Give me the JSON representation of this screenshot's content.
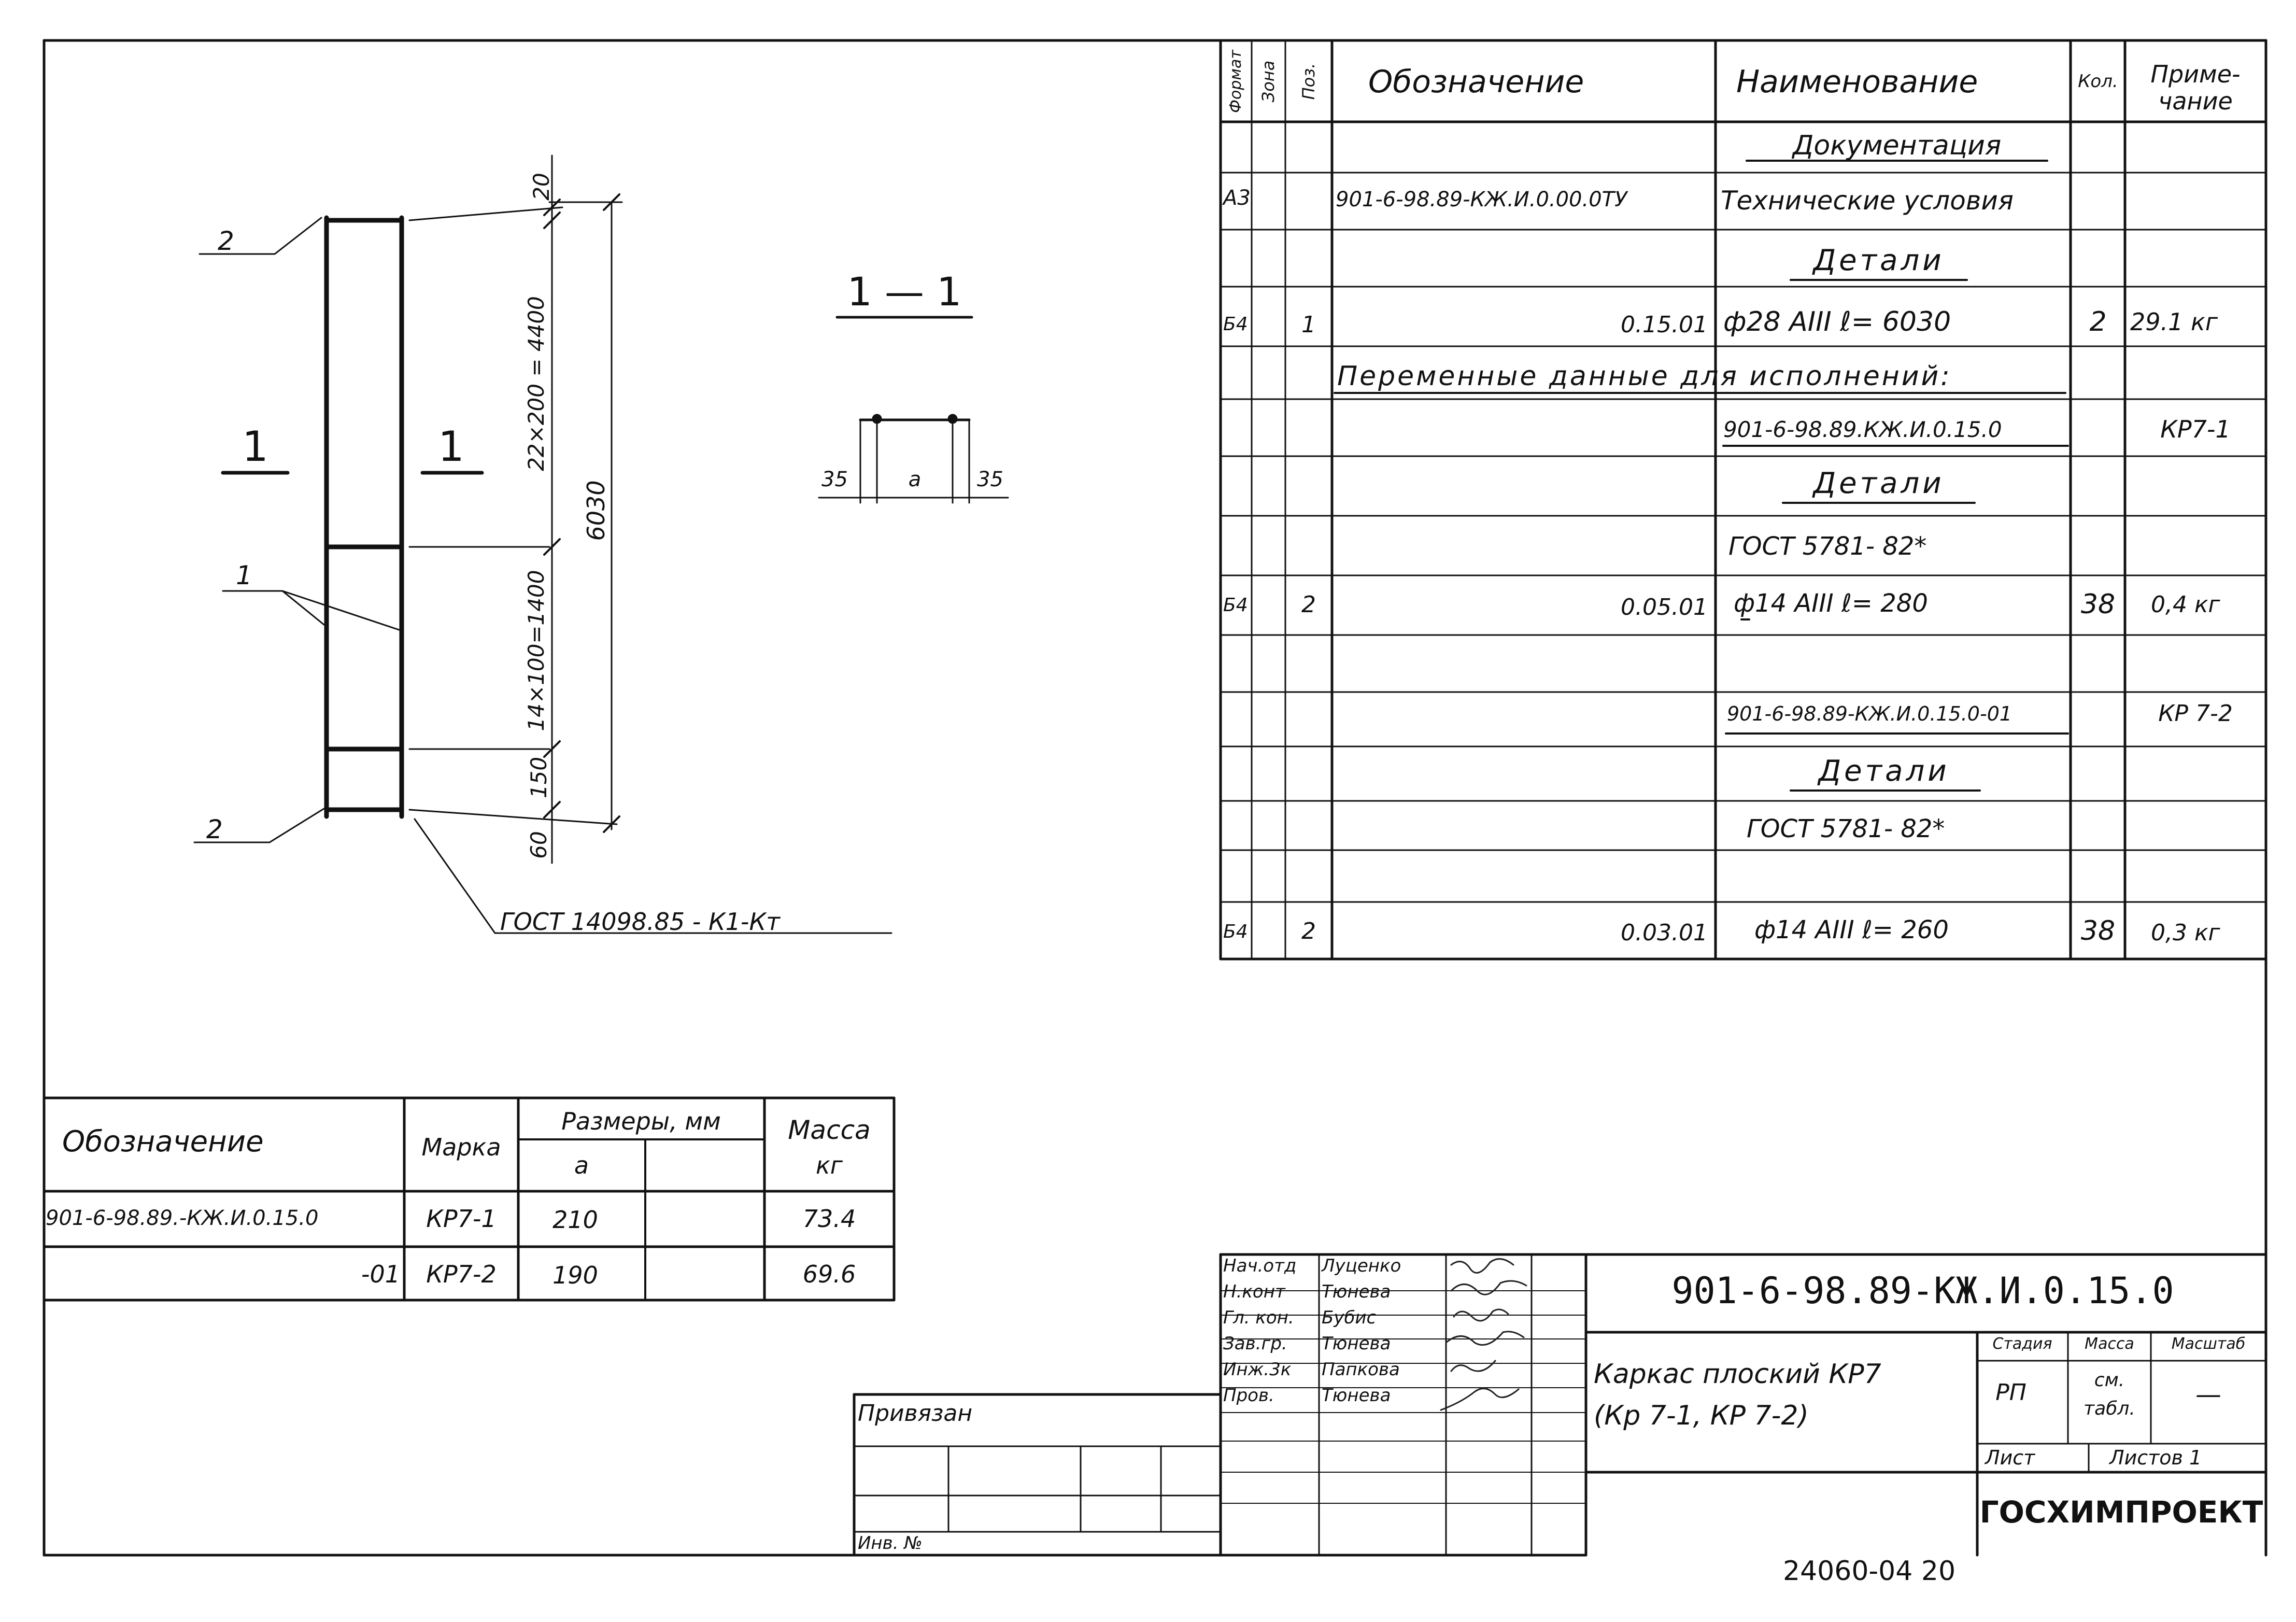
{
  "drawing": {
    "callouts": {
      "pos2_top": "2",
      "pos1": "1",
      "pos2_bottom": "2"
    },
    "section_marks": {
      "left": "1",
      "right": "1"
    },
    "dimensions": {
      "top_20": "20",
      "d_22x200": "22×200 = 4400",
      "total_6030": "6030",
      "d_14x100": "14×100=1400",
      "d_150": "150",
      "d_60": "60"
    },
    "weld_standard": "ГОСТ 14098.85 - К1-Кт",
    "section": {
      "title": "1 — 1",
      "left_dim": "35",
      "mid_dim": "a",
      "right_dim": "35"
    }
  },
  "variant_table": {
    "headers": {
      "designation": "Обозначение",
      "mark": "Марка",
      "sizes": "Размеры, мм",
      "size_a": "a",
      "mass": "Масса",
      "mass_unit": "кг"
    },
    "rows": [
      {
        "designation": "901-6-98.89.-КЖ.И.0.15.0",
        "mark": "КР7-1",
        "a": "210",
        "mass": "73.4"
      },
      {
        "designation": "-01",
        "mark": "КР7-2",
        "a": "190",
        "mass": "69.6"
      }
    ]
  },
  "spec": {
    "headers": {
      "format": "Формат",
      "zone": "Зона",
      "pos": "Поз.",
      "designation": "Обозначение",
      "name": "Наименование",
      "qty": "Кол.",
      "note1": "Приме-",
      "note2": "чание"
    },
    "rows": [
      {
        "format": "",
        "pos": "",
        "designation": "",
        "name": "Документация",
        "qty": "",
        "note": "",
        "style": "section"
      },
      {
        "format": "А3",
        "pos": "",
        "designation": "901-6-98.89-КЖ.И.0.00.0ТУ",
        "name": "Технические условия",
        "qty": "",
        "note": "",
        "style": "normal"
      },
      {
        "format": "",
        "pos": "",
        "designation": "",
        "name": "Детали",
        "qty": "",
        "note": "",
        "style": "section"
      },
      {
        "format": "Б4",
        "pos": "1",
        "designation": "0.15.01",
        "name": "ф28 АIII   ℓ= 6030",
        "qty": "2",
        "note": "29.1 кг",
        "style": "normal"
      },
      {
        "format": "",
        "pos": "",
        "designation": "Переменные данные для исполнений:",
        "name": "",
        "qty": "",
        "note": "",
        "style": "span"
      },
      {
        "format": "",
        "pos": "",
        "designation": "",
        "name": "901-6-98.89.КЖ.И.0.15.0",
        "qty": "",
        "note": "КР7-1",
        "style": "underline"
      },
      {
        "format": "",
        "pos": "",
        "designation": "",
        "name": "Детали",
        "qty": "",
        "note": "",
        "style": "section"
      },
      {
        "format": "",
        "pos": "",
        "designation": "",
        "name": "ГОСТ 5781- 82*",
        "qty": "",
        "note": "",
        "style": "normal"
      },
      {
        "format": "Б4",
        "pos": "2",
        "designation": "0.05.01",
        "name": "ф14 АIII   ℓ= 280",
        "qty": "38",
        "note": "0,4 кг",
        "style": "normal"
      },
      {
        "format": "",
        "pos": "",
        "designation": "",
        "name": "",
        "qty": "",
        "note": "",
        "style": "normal"
      },
      {
        "format": "",
        "pos": "",
        "designation": "",
        "name": "901-6-98.89-КЖ.И.0.15.0-01",
        "qty": "",
        "note": "КР 7-2",
        "style": "underline"
      },
      {
        "format": "",
        "pos": "",
        "designation": "",
        "name": "Детали",
        "qty": "",
        "note": "",
        "style": "section"
      },
      {
        "format": "",
        "pos": "",
        "designation": "",
        "name": "ГОСТ 5781- 82*",
        "qty": "",
        "note": "",
        "style": "normal"
      },
      {
        "format": "",
        "pos": "",
        "designation": "",
        "name": "",
        "qty": "",
        "note": "",
        "style": "normal"
      },
      {
        "format": "Б4",
        "pos": "2",
        "designation": "0.03.01",
        "name": "ф14 АIII   ℓ= 260",
        "qty": "38",
        "note": "0,3 кг",
        "style": "normal"
      }
    ]
  },
  "title_block": {
    "signatures": [
      {
        "role": "Нач.отд",
        "name": "Луценко"
      },
      {
        "role": "Н.конт",
        "name": "Тюнева"
      },
      {
        "role": "Гл. кон.",
        "name": "Бубис"
      },
      {
        "role": "Зав.гр.",
        "name": "Тюнева"
      },
      {
        "role": "Инж.3к",
        "name": "Папкова"
      },
      {
        "role": "Пров.",
        "name": "Тюнева"
      }
    ],
    "document_code": "901-6-98.89-КЖ.И.0.15.0",
    "title_line1": "Каркас плоский  КР7",
    "title_line2": "(Кр 7-1,  КР 7-2)",
    "stage_label": "Стадия",
    "mass_label": "Масса",
    "scale_label": "Масштаб",
    "stage": "РП",
    "mass_value1": "см.",
    "mass_value2": "табл.",
    "scale_value": "—",
    "sheet_label": "Лист",
    "sheets_label": "Листов 1",
    "organization": "ГОСХИМПРОЕКТ",
    "bound_label": "Привязан",
    "inv_label": "Инв. №"
  },
  "footer": {
    "archive": "24060-04  20"
  }
}
